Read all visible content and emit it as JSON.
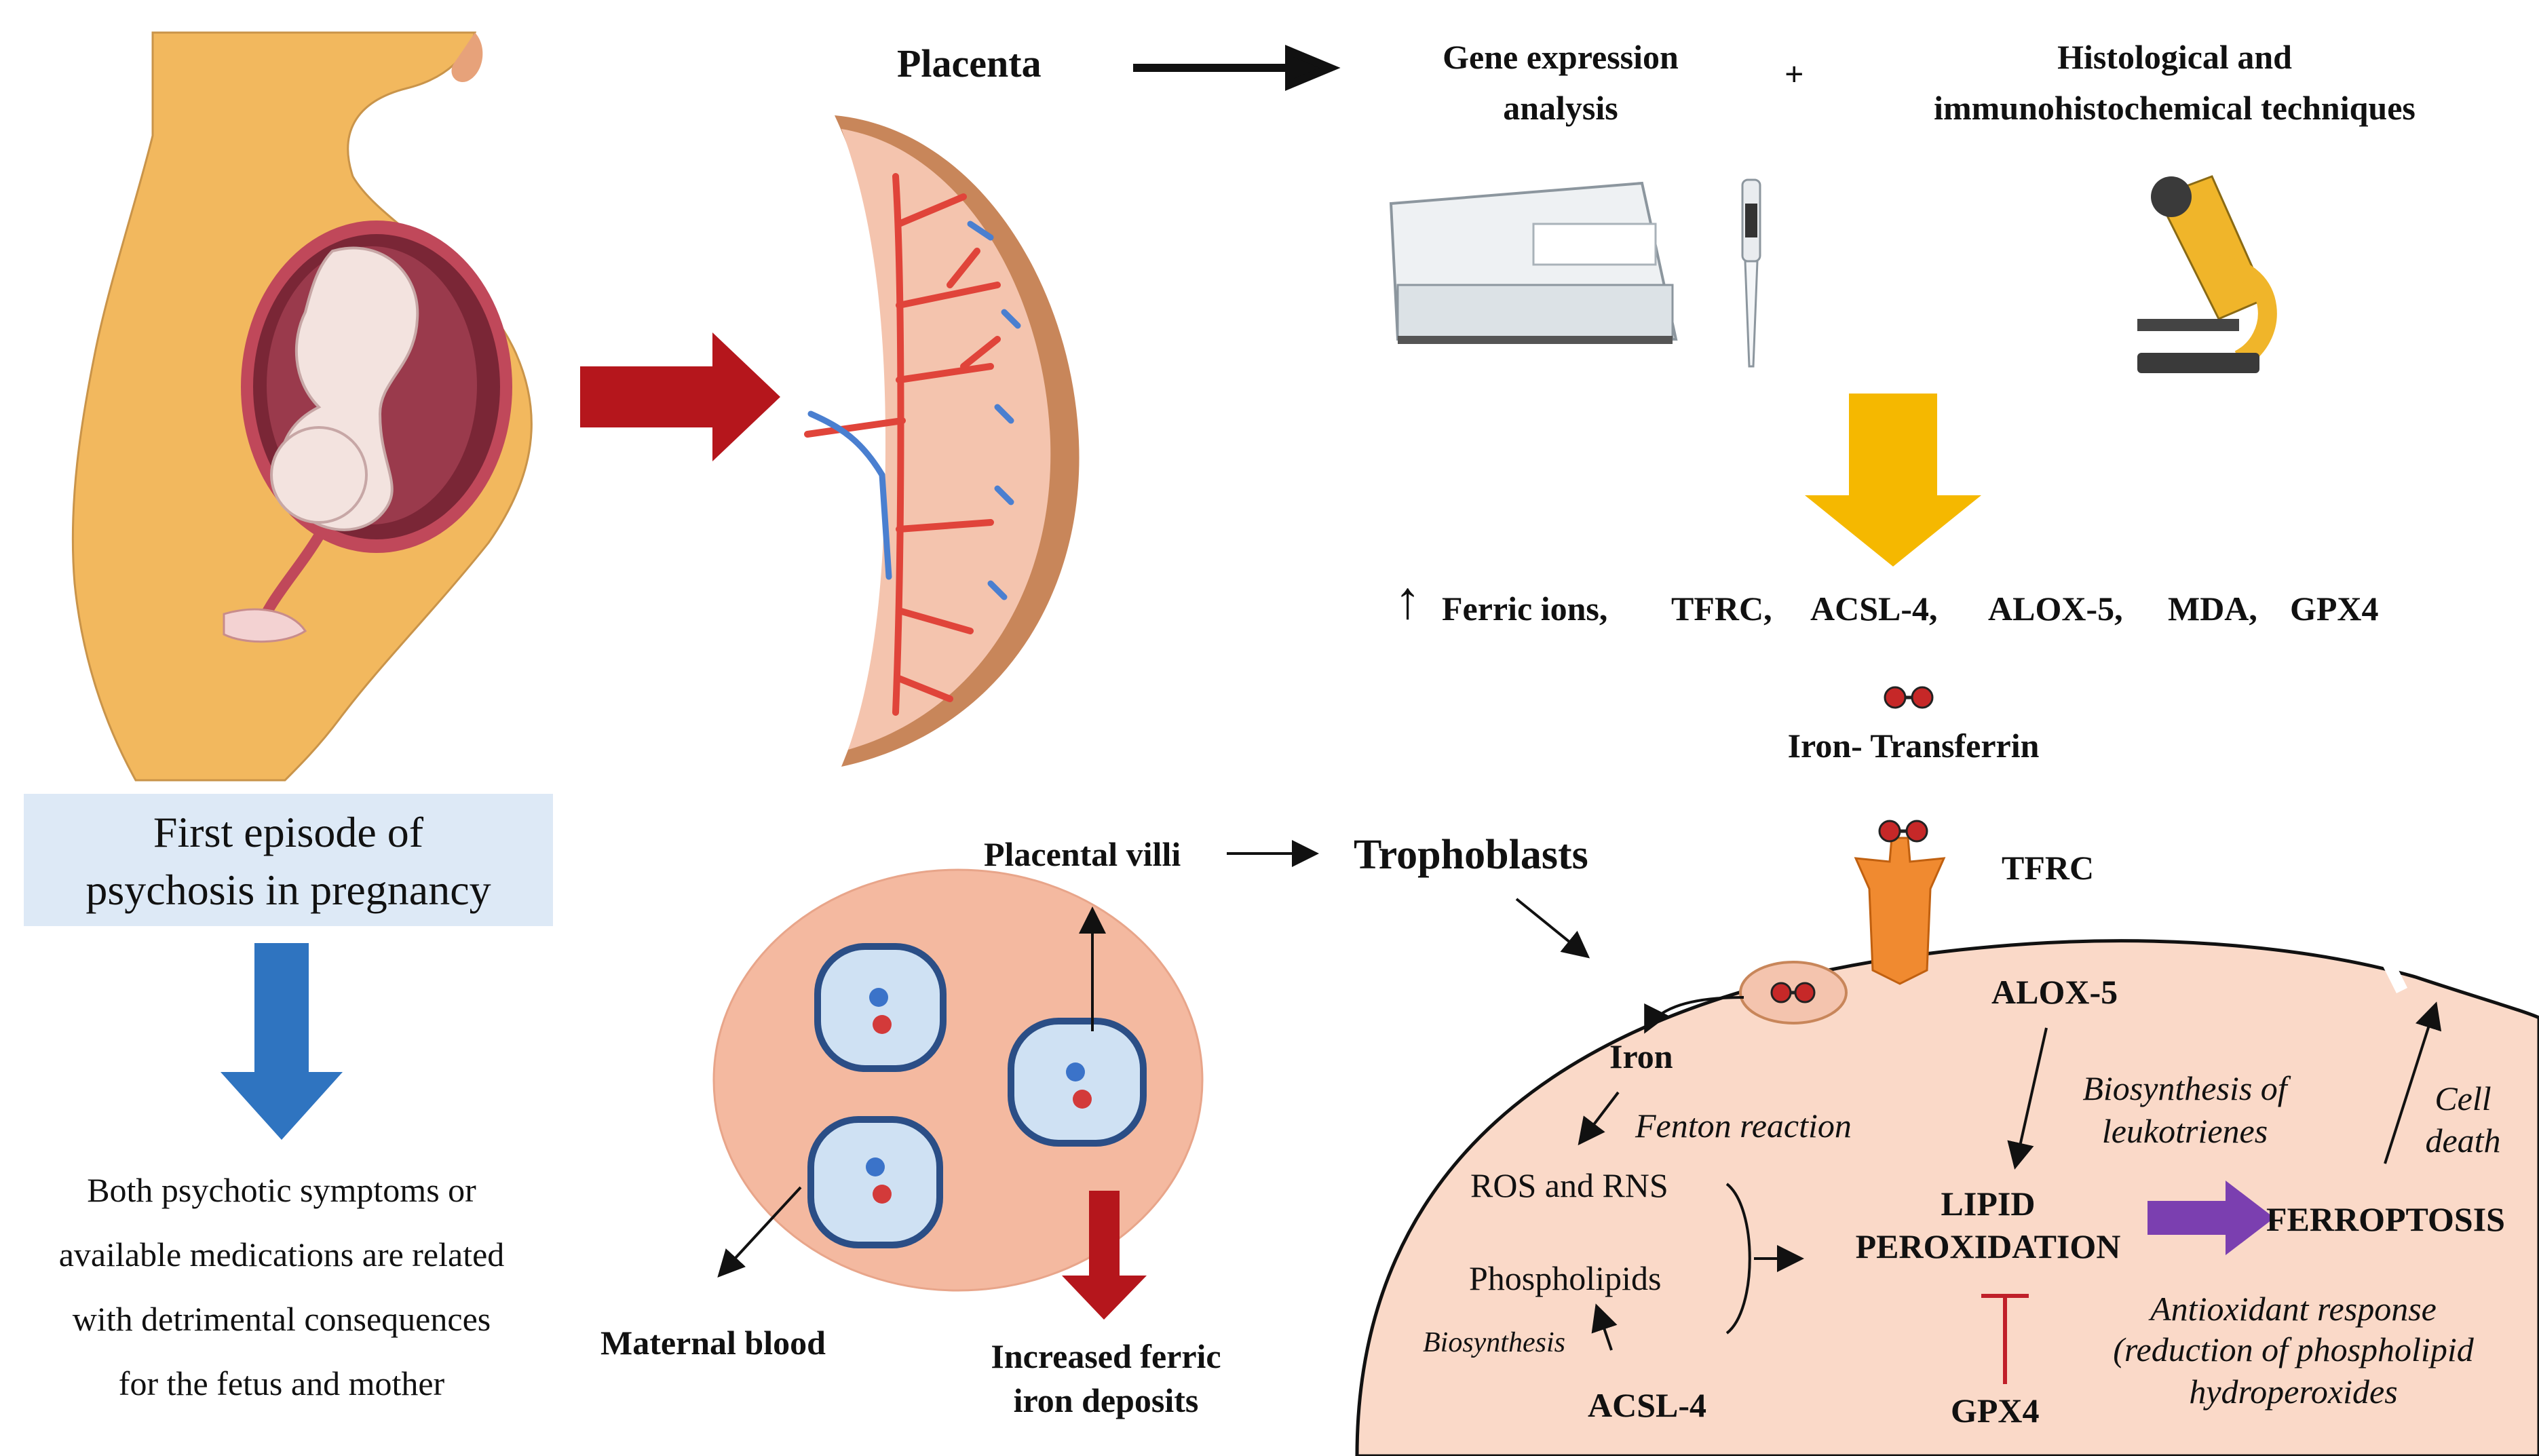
{
  "labels": {
    "placenta": "Placenta",
    "gene_expression_line1": "Gene expression",
    "gene_expression_line2": "analysis",
    "plus": "+",
    "histo_line1": "Histological and",
    "histo_line2": "immunohistochemical techniques",
    "up_arrow": "↑",
    "markers": [
      "Ferric ions,",
      "TFRC,",
      "ACSL-4,",
      "ALOX-5,",
      "MDA,",
      "GPX4"
    ],
    "iron_transferrin": "Iron- Transferrin",
    "first_episode_line1": "First episode of",
    "first_episode_line2": "psychosis in pregnancy",
    "consequences": [
      "Both psychotic symptoms or",
      "available medications are related",
      "with detrimental consequences",
      "for the fetus and mother"
    ],
    "placental_villi": "Placental villi",
    "trophoblasts": "Trophoblasts",
    "maternal_blood": "Maternal blood",
    "increased_deposits_line1": "Increased ferric",
    "increased_deposits_line2": "iron deposits",
    "tfrc": "TFRC",
    "alox5": "ALOX-5",
    "iron": "Iron",
    "fenton": "Fenton reaction",
    "ros_rns": "ROS and RNS",
    "phospholipids": "Phospholipids",
    "biosynthesis": "Biosynthesis",
    "acsl4": "ACSL-4",
    "leuko_line1": "Biosynthesis of",
    "leuko_line2": "leukotrienes",
    "cell_death_line1": "Cell",
    "cell_death_line2": "death",
    "lipid_line1": "LIPID",
    "lipid_line2": "PEROXIDATION",
    "ferroptosis": "FERROPTOSIS",
    "antiox_line1": "Antioxidant response",
    "antiox_line2": "(reduction of phospholipid",
    "antiox_line3": "hydroperoxides",
    "gpx4": "GPX4"
  },
  "colors": {
    "skin": "#F2B85E",
    "placenta_tissue": "#F4C4AE",
    "placenta_border": "#C8865A",
    "vessel_red": "#E0443A",
    "vessel_blue": "#4A7FD0",
    "red_arrow": "#B5161C",
    "blue_arrow": "#2F74C0",
    "yellow_arrow": "#F5B800",
    "purple_arrow": "#7B3FB0",
    "cell_fill": "#FAD9C8",
    "label_box": "#DDE9F6",
    "inhibit_red": "#C0202A",
    "tfrc_orange": "#F08A30"
  },
  "icons": [
    "pregnant-woman-illustration",
    "placenta-illustration",
    "thermocycler-icon",
    "pipette-icon",
    "microscope-icon",
    "villi-cross-section-illustration",
    "iron-transferrin-icon",
    "cell-membrane-illustration"
  ]
}
